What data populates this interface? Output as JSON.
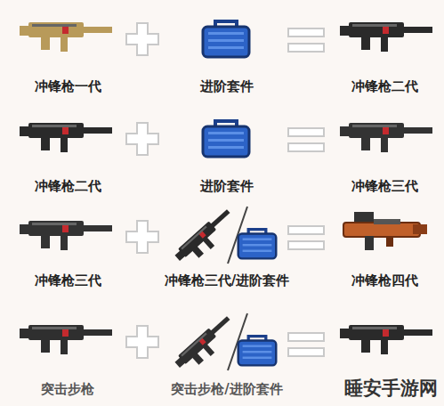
{
  "diagram": {
    "labels": [
      "冲锋枪一代",
      "进阶套件",
      "冲锋枪二代",
      "冲锋枪二代",
      "进阶套件",
      "冲锋枪三代",
      "冲锋枪三代",
      "冲锋枪三代/进阶套件",
      "冲锋枪四代",
      "突击步枪",
      "突击步枪/进阶套件",
      "睡安手游网"
    ]
  }
}
